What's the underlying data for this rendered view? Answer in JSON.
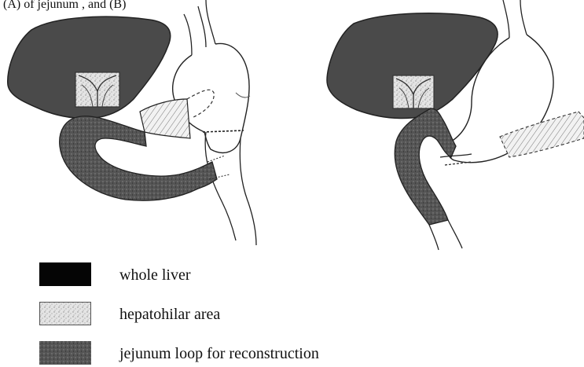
{
  "header_text": "(A)            of jejunum      , and (B)",
  "colors": {
    "liver": "#4a4a4a",
    "jejunum": "#505050",
    "hepatohilar": "#d8d8d8",
    "line": "#1a1a1a"
  },
  "legend": [
    {
      "label": "whole liver",
      "icon": "solid-black-swatch"
    },
    {
      "label": "hepatohilar area",
      "icon": "light-stipple-swatch"
    },
    {
      "label": "jejunum loop for reconstruction",
      "icon": "dark-stipple-swatch"
    }
  ]
}
